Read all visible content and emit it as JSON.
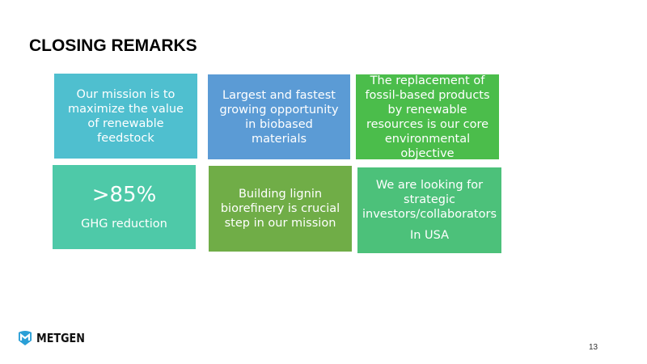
{
  "title": "CLOSING REMARKS",
  "boxes": [
    {
      "text": "Our mission is to maximize the value of renewable feedstock",
      "color": "#4fbfcf"
    },
    {
      "text": "Largest and fastest growing opportunity in biobased materials",
      "color": "#5b9bd5"
    },
    {
      "text": "The replacement of fossil-based products by renewable resources is our core environmental objective",
      "color": "#4bbd4b"
    },
    {
      "value": ">85%",
      "label": "GHG reduction",
      "color": "#4ec9a8"
    },
    {
      "text": "Building lignin biorefinery is crucial step in our mission",
      "color": "#70ad47"
    },
    {
      "text": "We are looking for strategic investors/collaborators",
      "sub": "In USA",
      "color": "#4cc17a"
    }
  ],
  "logo": {
    "text": "METGEN",
    "color": "#2a9fd6"
  },
  "page_number": "13"
}
